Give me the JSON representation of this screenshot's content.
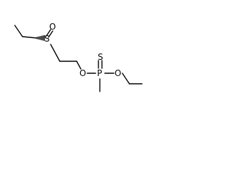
{
  "molecule": {
    "atoms": [
      {
        "id": "c1",
        "element": "C"
      },
      {
        "id": "c2",
        "element": "C"
      },
      {
        "id": "c3",
        "element": "C"
      },
      {
        "id": "s1",
        "element": "S",
        "label": "S"
      },
      {
        "id": "o1",
        "element": "O",
        "label": "O"
      },
      {
        "id": "c4",
        "element": "C"
      },
      {
        "id": "c5",
        "element": "C"
      },
      {
        "id": "o2",
        "element": "O",
        "label": "O"
      },
      {
        "id": "p1",
        "element": "P",
        "label": "P"
      },
      {
        "id": "s2",
        "element": "S",
        "label": "S"
      },
      {
        "id": "c6",
        "element": "C"
      },
      {
        "id": "o3",
        "element": "O",
        "label": "O"
      },
      {
        "id": "c7",
        "element": "C"
      },
      {
        "id": "c8",
        "element": "C"
      }
    ],
    "bonds": [
      {
        "from": "c1",
        "to": "c2",
        "order": 1
      },
      {
        "from": "c2",
        "to": "c3",
        "order": 1
      },
      {
        "from": "c3",
        "to": "s1",
        "order": 1,
        "stereo": "hash"
      },
      {
        "from": "s1",
        "to": "o1",
        "order": 2
      },
      {
        "from": "s1",
        "to": "c4",
        "order": 1
      },
      {
        "from": "c4",
        "to": "c5",
        "order": 1
      },
      {
        "from": "c5",
        "to": "o2",
        "order": 1
      },
      {
        "from": "o2",
        "to": "p1",
        "order": 1
      },
      {
        "from": "p1",
        "to": "s2",
        "order": 2
      },
      {
        "from": "p1",
        "to": "c6",
        "order": 1
      },
      {
        "from": "p1",
        "to": "o3",
        "order": 1
      },
      {
        "from": "o3",
        "to": "c7",
        "order": 1
      },
      {
        "from": "c7",
        "to": "c8",
        "order": 1
      }
    ]
  }
}
